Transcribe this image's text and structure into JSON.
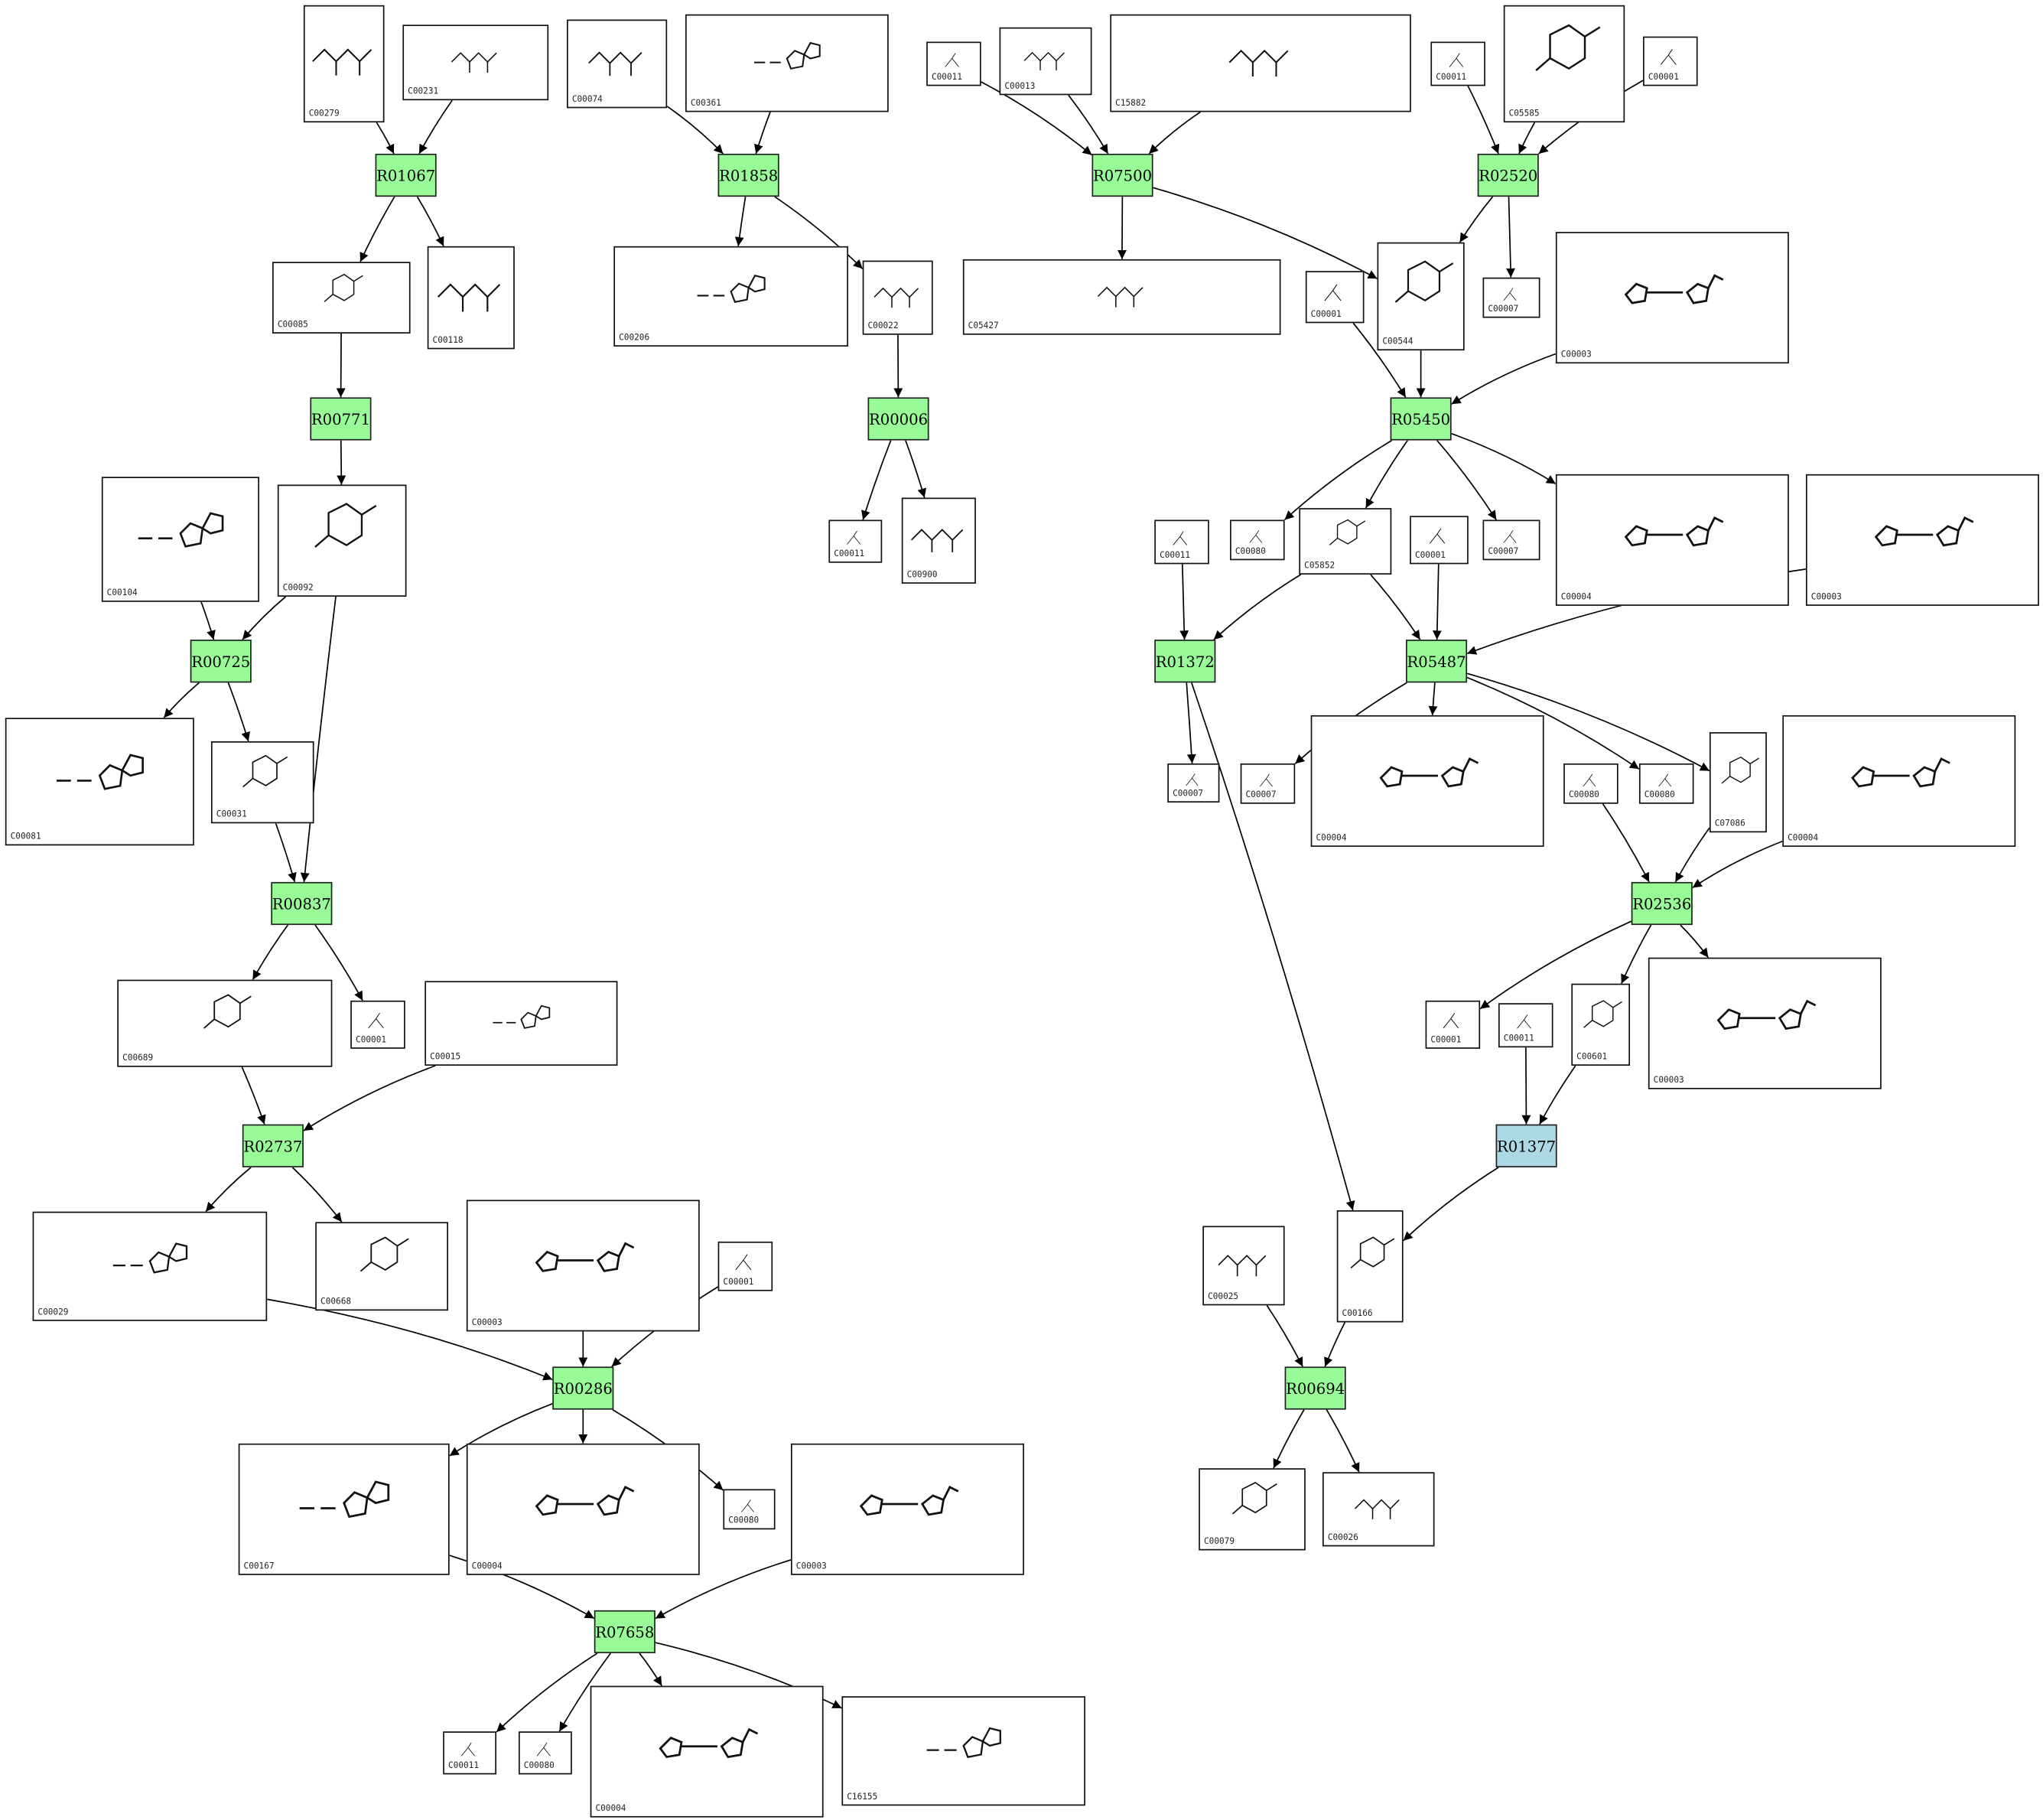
{
  "colors": {
    "reaction": "#98fb98",
    "reaction_alt": "#add8e6",
    "edge": "#000000"
  },
  "reactions": [
    {
      "key": "R01067",
      "label": "R01067"
    },
    {
      "key": "R01858",
      "label": "R01858"
    },
    {
      "key": "R07500",
      "label": "R07500"
    },
    {
      "key": "R02520",
      "label": "R02520"
    },
    {
      "key": "R00771",
      "label": "R00771"
    },
    {
      "key": "R00006",
      "label": "R00006"
    },
    {
      "key": "R05450",
      "label": "R05450"
    },
    {
      "key": "R00725",
      "label": "R00725"
    },
    {
      "key": "R01372",
      "label": "R01372"
    },
    {
      "key": "R05487",
      "label": "R05487"
    },
    {
      "key": "R00837",
      "label": "R00837"
    },
    {
      "key": "R02536",
      "label": "R02536"
    },
    {
      "key": "R02737",
      "label": "R02737"
    },
    {
      "key": "R01377",
      "label": "R01377",
      "alt": true
    },
    {
      "key": "R00286",
      "label": "R00286"
    },
    {
      "key": "R00694",
      "label": "R00694"
    },
    {
      "key": "R07658",
      "label": "R07658"
    }
  ],
  "compounds": [
    {
      "key": "c00279",
      "id": "C00279",
      "mol": "chain"
    },
    {
      "key": "c00231",
      "id": "C00231",
      "mol": "chain"
    },
    {
      "key": "c00074",
      "id": "C00074",
      "mol": "chain"
    },
    {
      "key": "c00361",
      "id": "C00361",
      "mol": "nucleotide"
    },
    {
      "key": "c00011a",
      "id": "C00011",
      "mol": "small"
    },
    {
      "key": "c00013",
      "id": "C00013",
      "mol": "chain"
    },
    {
      "key": "c15882",
      "id": "C15882",
      "mol": "chain"
    },
    {
      "key": "c00011b",
      "id": "C00011",
      "mol": "small"
    },
    {
      "key": "c05585",
      "id": "C05585",
      "mol": "ring"
    },
    {
      "key": "c00001a",
      "id": "C00001",
      "mol": "small"
    },
    {
      "key": "c00085",
      "id": "C00085",
      "mol": "ring"
    },
    {
      "key": "c00118",
      "id": "C00118",
      "mol": "chain"
    },
    {
      "key": "c00206",
      "id": "C00206",
      "mol": "nucleotide"
    },
    {
      "key": "c00022",
      "id": "C00022",
      "mol": "chain"
    },
    {
      "key": "c05427",
      "id": "C05427",
      "mol": "chain"
    },
    {
      "key": "c00001b",
      "id": "C00001",
      "mol": "small"
    },
    {
      "key": "c00544",
      "id": "C00544",
      "mol": "ring"
    },
    {
      "key": "c00007a",
      "id": "C00007",
      "mol": "small"
    },
    {
      "key": "c00003a",
      "id": "C00003",
      "mol": "dinucleotide"
    },
    {
      "key": "c00104",
      "id": "C00104",
      "mol": "nucleotide"
    },
    {
      "key": "c00092",
      "id": "C00092",
      "mol": "ring"
    },
    {
      "key": "c00011c",
      "id": "C00011",
      "mol": "small"
    },
    {
      "key": "c00900",
      "id": "C00900",
      "mol": "chain"
    },
    {
      "key": "c00011d",
      "id": "C00011",
      "mol": "small"
    },
    {
      "key": "c00080a",
      "id": "C00080",
      "mol": "small"
    },
    {
      "key": "c05852",
      "id": "C05852",
      "mol": "ring"
    },
    {
      "key": "c00001c",
      "id": "C00001",
      "mol": "small"
    },
    {
      "key": "c00007b",
      "id": "C00007",
      "mol": "small"
    },
    {
      "key": "c00004a",
      "id": "C00004",
      "mol": "dinucleotide"
    },
    {
      "key": "c00003b",
      "id": "C00003",
      "mol": "dinucleotide"
    },
    {
      "key": "c00081",
      "id": "C00081",
      "mol": "nucleotide"
    },
    {
      "key": "c00031",
      "id": "C00031",
      "mol": "ring"
    },
    {
      "key": "c00007c",
      "id": "C00007",
      "mol": "small"
    },
    {
      "key": "c00007d",
      "id": "C00007",
      "mol": "small"
    },
    {
      "key": "c00004b",
      "id": "C00004",
      "mol": "dinucleotide"
    },
    {
      "key": "c00080b",
      "id": "C00080",
      "mol": "small"
    },
    {
      "key": "c00080c",
      "id": "C00080",
      "mol": "small"
    },
    {
      "key": "c07086",
      "id": "C07086",
      "mol": "ring"
    },
    {
      "key": "c00004c",
      "id": "C00004",
      "mol": "dinucleotide"
    },
    {
      "key": "c00689",
      "id": "C00689",
      "mol": "ring"
    },
    {
      "key": "c00001d",
      "id": "C00001",
      "mol": "small"
    },
    {
      "key": "c00015",
      "id": "C00015",
      "mol": "nucleotide"
    },
    {
      "key": "c00001e",
      "id": "C00001",
      "mol": "small"
    },
    {
      "key": "c00011e",
      "id": "C00011",
      "mol": "small"
    },
    {
      "key": "c00601",
      "id": "C00601",
      "mol": "ring"
    },
    {
      "key": "c00003c",
      "id": "C00003",
      "mol": "dinucleotide"
    },
    {
      "key": "c00029",
      "id": "C00029",
      "mol": "nucleotide"
    },
    {
      "key": "c00668",
      "id": "C00668",
      "mol": "ring"
    },
    {
      "key": "c00003d",
      "id": "C00003",
      "mol": "dinucleotide"
    },
    {
      "key": "c00001f",
      "id": "C00001",
      "mol": "small"
    },
    {
      "key": "c00025",
      "id": "C00025",
      "mol": "chain"
    },
    {
      "key": "c00166",
      "id": "C00166",
      "mol": "ring"
    },
    {
      "key": "c00167",
      "id": "C00167",
      "mol": "nucleotide"
    },
    {
      "key": "c00004d",
      "id": "C00004",
      "mol": "dinucleotide"
    },
    {
      "key": "c00080d",
      "id": "C00080",
      "mol": "small"
    },
    {
      "key": "c00003e",
      "id": "C00003",
      "mol": "dinucleotide"
    },
    {
      "key": "c00079",
      "id": "C00079",
      "mol": "ring"
    },
    {
      "key": "c00026",
      "id": "C00026",
      "mol": "chain"
    },
    {
      "key": "c00011f",
      "id": "C00011",
      "mol": "small"
    },
    {
      "key": "c00080e",
      "id": "C00080",
      "mol": "small"
    },
    {
      "key": "c00004e",
      "id": "C00004",
      "mol": "dinucleotide"
    },
    {
      "key": "c16155",
      "id": "C16155",
      "mol": "nucleotide"
    }
  ],
  "edges": [
    [
      "c00279",
      "R01067"
    ],
    [
      "c00231",
      "R01067"
    ],
    [
      "R01067",
      "c00085"
    ],
    [
      "R01067",
      "c00118"
    ],
    [
      "c00085",
      "R00771"
    ],
    [
      "R00771",
      "c00092"
    ],
    [
      "c00074",
      "R01858"
    ],
    [
      "c00361",
      "R01858"
    ],
    [
      "R01858",
      "c00206"
    ],
    [
      "R01858",
      "c00022"
    ],
    [
      "c00022",
      "R00006"
    ],
    [
      "R00006",
      "c00011c"
    ],
    [
      "R00006",
      "c00900"
    ],
    [
      "c00011a",
      "R07500"
    ],
    [
      "c00013",
      "R07500"
    ],
    [
      "c15882",
      "R07500"
    ],
    [
      "R07500",
      "c05427"
    ],
    [
      "R07500",
      "c00544"
    ],
    [
      "c00011b",
      "R02520"
    ],
    [
      "c05585",
      "R02520"
    ],
    [
      "c00001a",
      "R02520"
    ],
    [
      "R02520",
      "c00544"
    ],
    [
      "R02520",
      "c00007a"
    ],
    [
      "c00001b",
      "R05450"
    ],
    [
      "c00544",
      "R05450"
    ],
    [
      "c00003a",
      "R05450"
    ],
    [
      "R05450",
      "c00080a"
    ],
    [
      "R05450",
      "c05852"
    ],
    [
      "R05450",
      "c00007b"
    ],
    [
      "R05450",
      "c00004a"
    ],
    [
      "c00104",
      "R00725"
    ],
    [
      "c00092",
      "R00725"
    ],
    [
      "R00725",
      "c00081"
    ],
    [
      "R00725",
      "c00031"
    ],
    [
      "c00011d",
      "R01372"
    ],
    [
      "c05852",
      "R01372"
    ],
    [
      "R01372",
      "c00007c"
    ],
    [
      "R01372",
      "c00166"
    ],
    [
      "c05852",
      "R05487"
    ],
    [
      "c00001c",
      "R05487"
    ],
    [
      "c00003b",
      "R05487"
    ],
    [
      "R05487",
      "c00007d"
    ],
    [
      "R05487",
      "c00004b"
    ],
    [
      "R05487",
      "c00080c"
    ],
    [
      "R05487",
      "c07086"
    ],
    [
      "c00031",
      "R00837"
    ],
    [
      "c00092",
      "R00837"
    ],
    [
      "R00837",
      "c00689"
    ],
    [
      "R00837",
      "c00001d"
    ],
    [
      "c00080b",
      "R02536"
    ],
    [
      "c07086",
      "R02536"
    ],
    [
      "c00004c",
      "R02536"
    ],
    [
      "R02536",
      "c00001e"
    ],
    [
      "R02536",
      "c00601"
    ],
    [
      "R02536",
      "c00003c"
    ],
    [
      "c00689",
      "R02737"
    ],
    [
      "c00015",
      "R02737"
    ],
    [
      "R02737",
      "c00029"
    ],
    [
      "R02737",
      "c00668"
    ],
    [
      "c00011e",
      "R01377"
    ],
    [
      "c00601",
      "R01377"
    ],
    [
      "R01377",
      "c00166"
    ],
    [
      "c00029",
      "R00286"
    ],
    [
      "c00003d",
      "R00286"
    ],
    [
      "c00001f",
      "R00286"
    ],
    [
      "R00286",
      "c00167"
    ],
    [
      "R00286",
      "c00004d"
    ],
    [
      "R00286",
      "c00080d"
    ],
    [
      "c00025",
      "R00694"
    ],
    [
      "c00166",
      "R00694"
    ],
    [
      "R00694",
      "c00079"
    ],
    [
      "R00694",
      "c00026"
    ],
    [
      "c00167",
      "R07658"
    ],
    [
      "c00003e",
      "R07658"
    ],
    [
      "R07658",
      "c00011f"
    ],
    [
      "R07658",
      "c00080e"
    ],
    [
      "R07658",
      "c00004e"
    ],
    [
      "R07658",
      "c16155"
    ]
  ]
}
